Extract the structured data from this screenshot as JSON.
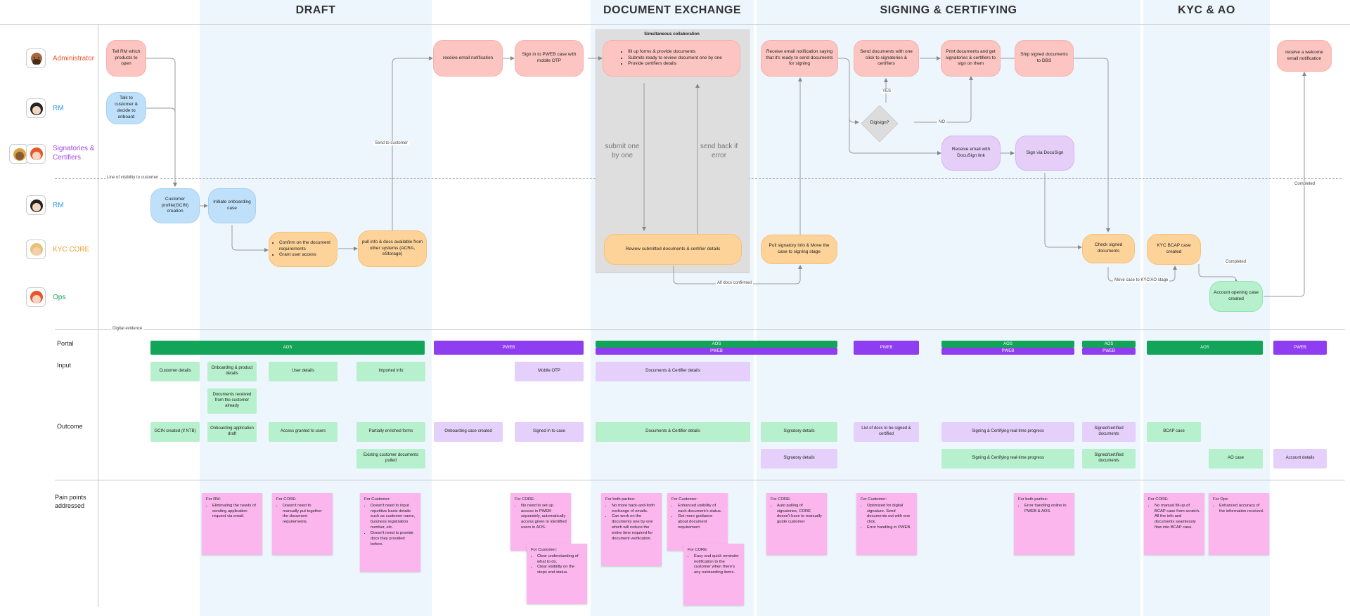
{
  "phases": {
    "draft": "DRAFT",
    "exchange": "DOCUMENT EXCHANGE",
    "signing": "SIGNING & CERTIFYING",
    "kyc": "KYC & AO"
  },
  "lanes": {
    "administrator": "Administrator",
    "rm": "RM",
    "signatories": "Signatories & Certifiers",
    "rm2": "RM",
    "kyc_core": "KYC CORE",
    "ops": "Ops"
  },
  "lane_colors": {
    "administrator": "#f0582e",
    "rm": "#2b9bf0",
    "signatories": "#a147e8",
    "kyc_core": "#f29b2a",
    "ops": "#18a957"
  },
  "separators": {
    "visibility": "Line of visibility to customer",
    "digital": "Digital evidence"
  },
  "nodes": {
    "n1": "Tell RM which products to open",
    "n2": "Talk to customer & decide to onboard",
    "n3": "Customer profile(GCIN) creation",
    "n4": "Initiate onboarding case",
    "n5_items": [
      "Confirm on the document requirements",
      "Grant user access"
    ],
    "n6": "pull info & docs available from other systems (ACRA, eStorage)",
    "n7": "receive email notification",
    "n8": "Sign in to PWEB case with mobile OTP",
    "collab_title": "Simultaneous collaboration",
    "n9_items": [
      "fill up forms & provide documents",
      "Submits ready to review document one by one",
      "Provide certifiers details"
    ],
    "submit_label": "submit one by one",
    "sendback_label": "send back if error",
    "n10": "Review submitted documents & certifier details",
    "n11": "Pull signatory info & Move the case to signing stage",
    "n12": "Receive email notification saying that it's ready to send documents for signing",
    "n13": "Send documents with one click to signatories & certifiers",
    "n14": "Print documents and get signatories & certifiers to sign on them",
    "n15": "Ship signed documents to DBS",
    "diamond": "Digisign?",
    "n16": "Receive email with DocuSign link",
    "n17": "Sign via DocuSign",
    "n18": "Check signed documents",
    "n19": "KYC BCAP case created",
    "n20": "Account opening case created",
    "n21": "receive a welcome email notification"
  },
  "edge_labels": {
    "send_to_customer": "Send to customer",
    "all_docs": "All docs confirmed",
    "yes": "YES",
    "no": "NO",
    "move_case": "Move case to KYC/AO stage",
    "completed1": "Completed",
    "completed2": "Completed"
  },
  "rows": {
    "portal": "Portal",
    "input": "Input",
    "outcome": "Outcome",
    "pain": "Pain points addressed"
  },
  "portal_bars": {
    "aos": "AOS",
    "pweb": "PWEB"
  },
  "inputs": {
    "customer_details": "Customer details",
    "onboarding_product": "Onboarding & product details",
    "user_details": "User details",
    "imported_info": "Imported info",
    "docs_received": "Documents received from the customer already",
    "mobile_otp": "Mobile OTP",
    "docs_certifier": "Documents & Certifier details"
  },
  "outcomes": {
    "gcin": "GCIN created (if NTB)",
    "onboarding_draft": "Onboarding application draft",
    "access_granted": "Access granted to users",
    "partially_enriched": "Partially enriched forms",
    "existing_docs": "Existing customer documents pulled",
    "case_created": "Onboarding case created",
    "signed_in": "Signed in to case",
    "docs_certifier": "Documents & Certifier details",
    "signatory1": "Signatory details",
    "signatory2": "Signatory details",
    "docs_to_sign": "List of docs to be signed & certified",
    "progress1": "Signing & Certifying real-time progress",
    "progress2": "Signing & Certifying real-time progress",
    "signed_docs1": "Signed/certified documents",
    "signed_docs2": "Signed/certified documents",
    "bcap": "BCAP case",
    "ao_case": "AO case",
    "account_details": "Account details"
  },
  "stickies": [
    {
      "title": "For RM:",
      "items": [
        "Eliminating the needs of sending application request via email."
      ]
    },
    {
      "title": "For CORE:",
      "items": [
        "Doesn't need to manually put together the document requirements."
      ]
    },
    {
      "title": "For Customer:",
      "items": [
        "Doesn't need to input repetitive basic details such as customer name, business registration number, etc.",
        "Doesn't need to provide docs they provided before."
      ]
    },
    {
      "title": "For CORE:",
      "items": [
        "No need to set up access in PWEB separately, automatically access given to identified users in AOS."
      ]
    },
    {
      "title": "For Customer:",
      "items": [
        "Clear understanding of what to do.",
        "Clear visibility on the steps and status."
      ]
    },
    {
      "title": "For both parties:",
      "items": [
        "No more back-and-forth exchange of emails.",
        "Can work on the documents one by one which will reduce the entire time required for document verification."
      ]
    },
    {
      "title": "For Customer:",
      "items": [
        "Enhanced visibility of each document's status.",
        "Get more guidance about document requirement"
      ]
    },
    {
      "title": "For CORE:",
      "items": [
        "Easy and quick reminder notification to the customer when there's any outstanding items."
      ]
    },
    {
      "title": "For CORE:",
      "items": [
        "Auto pulling of signatories, CORE doesn't have to manually guide customer"
      ]
    },
    {
      "title": "For Customer:",
      "items": [
        "Optimized for digital signature. Send documents out with one click.",
        "Error handling in PWEB."
      ]
    },
    {
      "title": "For both parties:",
      "items": [
        "Error handling online in PWEB & AOS."
      ]
    },
    {
      "title": "For CORE:",
      "items": [
        "No manual fill-up of BCAP case from scratch. All the info and documents seamlessly flow into BCAP case."
      ]
    },
    {
      "title": "For Ops:",
      "items": [
        "Enhanced accuracy of the information received."
      ]
    }
  ]
}
